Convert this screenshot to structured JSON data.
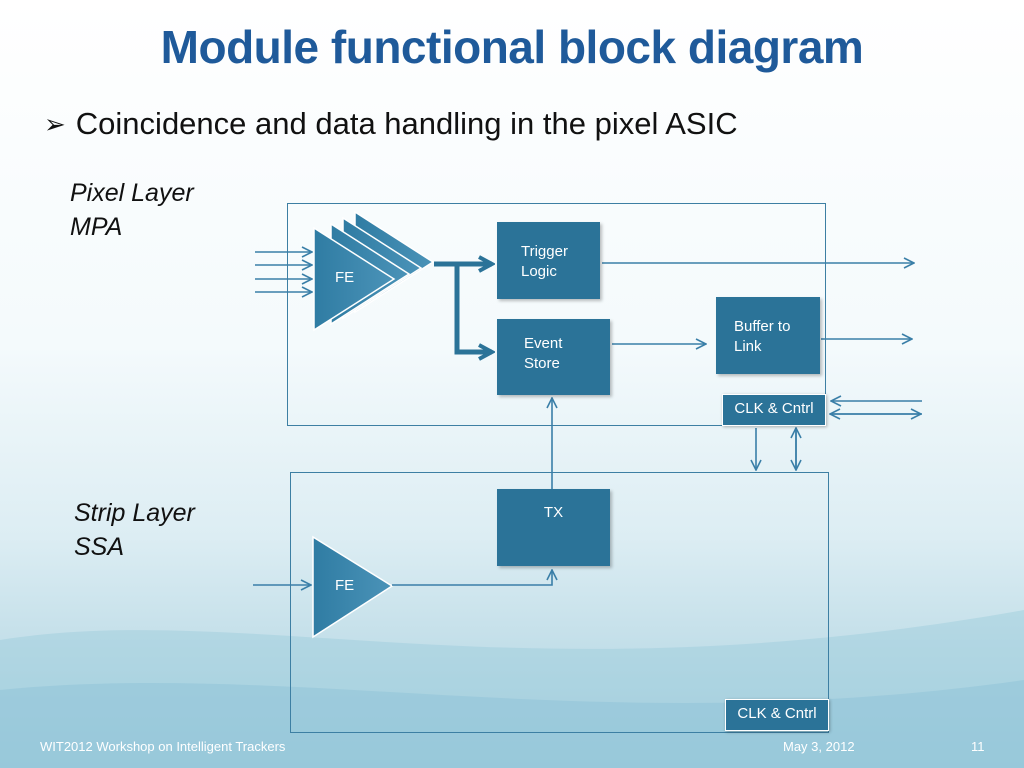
{
  "slide": {
    "title": "Module functional block diagram",
    "bullet": "Coincidence and data handling in the pixel ASIC",
    "bullet_icon": "arrow-bullet-icon"
  },
  "pixel_layer": {
    "label_line1": "Pixel Layer",
    "label_line2": "MPA",
    "fe_label": "FE",
    "trigger_line1": "Trigger",
    "trigger_line2": "Logic",
    "event_line1": "Event",
    "event_line2": "Store",
    "buffer_line1": "Buffer to",
    "buffer_line2": "Link",
    "clk": "CLK & Cntrl"
  },
  "strip_layer": {
    "label_line1": "Strip Layer",
    "label_line2": "SSA",
    "fe_label": "FE",
    "tx": "TX",
    "clk": "CLK & Cntrl"
  },
  "footer": {
    "left": "WIT2012 Workshop on Intelligent Trackers",
    "date": "May 3, 2012",
    "page": "11"
  },
  "colors": {
    "title": "#1f5a9a",
    "block": "#2b7398",
    "arrow": "#3a7fa8"
  }
}
